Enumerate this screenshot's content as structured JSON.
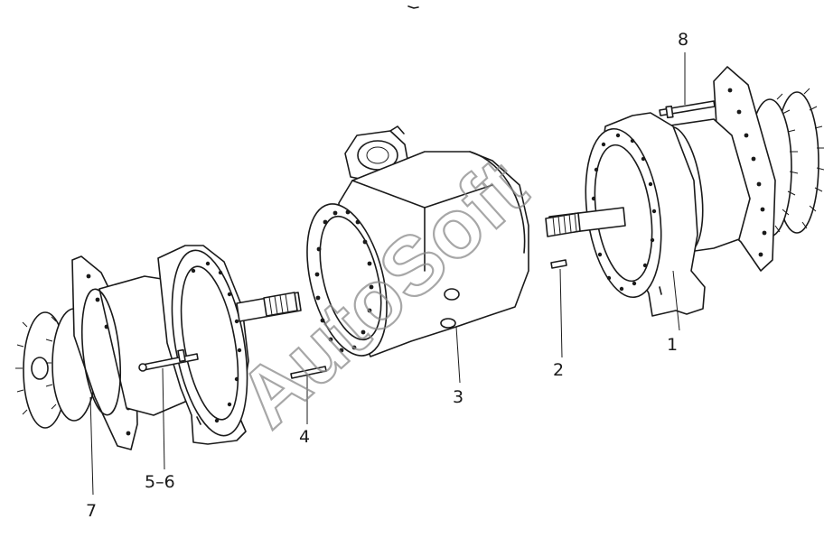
{
  "diagram": {
    "callouts": [
      {
        "id": "callout-1",
        "text": "1"
      },
      {
        "id": "callout-2",
        "text": "2"
      },
      {
        "id": "callout-3",
        "text": "3"
      },
      {
        "id": "callout-4",
        "text": "4"
      },
      {
        "id": "callout-5-6",
        "text": "5–6"
      },
      {
        "id": "callout-7",
        "text": "7"
      },
      {
        "id": "callout-8",
        "text": "8"
      }
    ],
    "watermark": "AutoSoft",
    "colors": {
      "ink": "#1a1a1a",
      "watermark": "#8a8a8a",
      "background": "#ffffff"
    }
  }
}
